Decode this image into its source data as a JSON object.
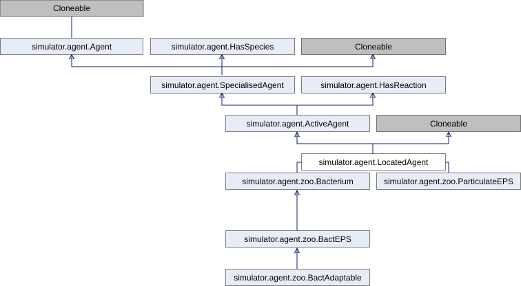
{
  "colors": {
    "class_fill": "#e8ecf6",
    "class_stroke": "#8496c0",
    "external_fill": "#bfbfbf",
    "external_stroke": "#000000",
    "focus_fill": "#ffffff",
    "focus_stroke": "#000000",
    "edge": "#191970"
  },
  "nodes": {
    "cloneable_top": {
      "label": "Cloneable",
      "kind": "external"
    },
    "agent": {
      "label": "simulator.agent.Agent",
      "kind": "class"
    },
    "has_species": {
      "label": "simulator.agent.HasSpecies",
      "kind": "class"
    },
    "cloneable_mid": {
      "label": "Cloneable",
      "kind": "external"
    },
    "specialised_agent": {
      "label": "simulator.agent.SpecialisedAgent",
      "kind": "class"
    },
    "has_reaction": {
      "label": "simulator.agent.HasReaction",
      "kind": "class"
    },
    "active_agent": {
      "label": "simulator.agent.ActiveAgent",
      "kind": "class"
    },
    "cloneable_low": {
      "label": "Cloneable",
      "kind": "external"
    },
    "located_agent": {
      "label": "simulator.agent.LocatedAgent",
      "kind": "focus"
    },
    "bacterium": {
      "label": "simulator.agent.zoo.Bacterium",
      "kind": "class"
    },
    "particulate_eps": {
      "label": "simulator.agent.zoo.ParticulateEPS",
      "kind": "class"
    },
    "bact_eps": {
      "label": "simulator.agent.zoo.BactEPS",
      "kind": "class"
    },
    "bact_adaptable": {
      "label": "simulator.agent.zoo.BactAdaptable",
      "kind": "class"
    }
  },
  "edges": [
    {
      "from": "agent",
      "to": "cloneable_top"
    },
    {
      "from": "specialised_agent",
      "to": "agent"
    },
    {
      "from": "specialised_agent",
      "to": "has_species"
    },
    {
      "from": "specialised_agent",
      "to": "cloneable_mid"
    },
    {
      "from": "active_agent",
      "to": "specialised_agent"
    },
    {
      "from": "active_agent",
      "to": "has_reaction"
    },
    {
      "from": "located_agent",
      "to": "active_agent"
    },
    {
      "from": "located_agent",
      "to": "cloneable_low"
    },
    {
      "from": "bacterium",
      "to": "located_agent"
    },
    {
      "from": "particulate_eps",
      "to": "located_agent"
    },
    {
      "from": "bact_eps",
      "to": "bacterium"
    },
    {
      "from": "bact_adaptable",
      "to": "bact_eps"
    }
  ]
}
